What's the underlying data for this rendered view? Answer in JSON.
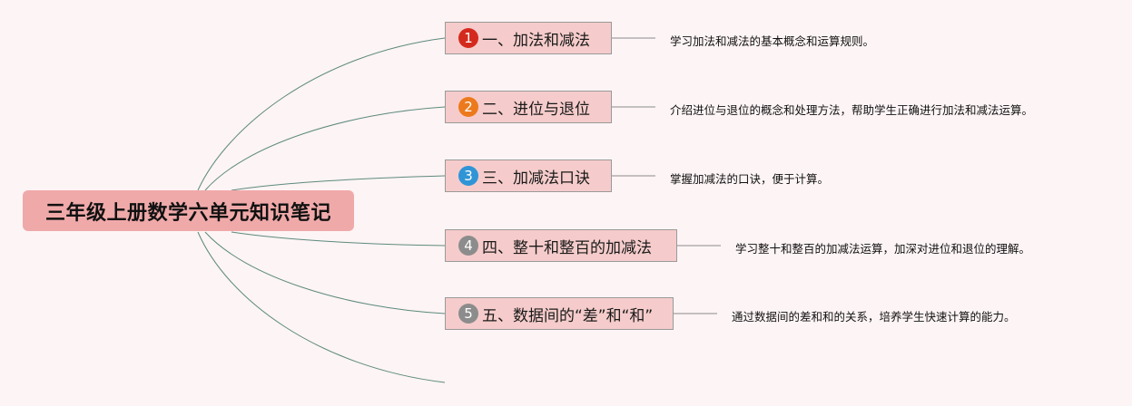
{
  "root": {
    "title": "三年级上册数学六单元知识笔记"
  },
  "topics": [
    {
      "number": "1",
      "label": "一、加法和减法",
      "note": "学习加法和减法的基本概念和运算规则。",
      "badge_color": "#d42a1e"
    },
    {
      "number": "2",
      "label": "二、进位与退位",
      "note": "介绍进位与退位的概念和处理方法，帮助学生正确进行加法和减法运算。",
      "badge_color": "#ec7a1c"
    },
    {
      "number": "3",
      "label": "三、加减法口诀",
      "note": "掌握加减法的口诀，便于计算。",
      "badge_color": "#2f95d6"
    },
    {
      "number": "4",
      "label": "四、整十和整百的加减法",
      "note": "学习整十和整百的加减法运算，加深对进位和退位的理解。",
      "badge_color": "#8c8c8c"
    },
    {
      "number": "5",
      "label": "五、数据间的“差”和“和”",
      "note": "通过数据间的差和和的关系，培养学生快速计算的能力。",
      "badge_color": "#8c8c8c"
    }
  ],
  "colors": {
    "background": "#fdf4f5",
    "root_fill": "#f0a9a9",
    "topic_fill": "#f5cccb",
    "branch_line": "#5d8a7c",
    "connector_line": "#8a8a8a"
  }
}
